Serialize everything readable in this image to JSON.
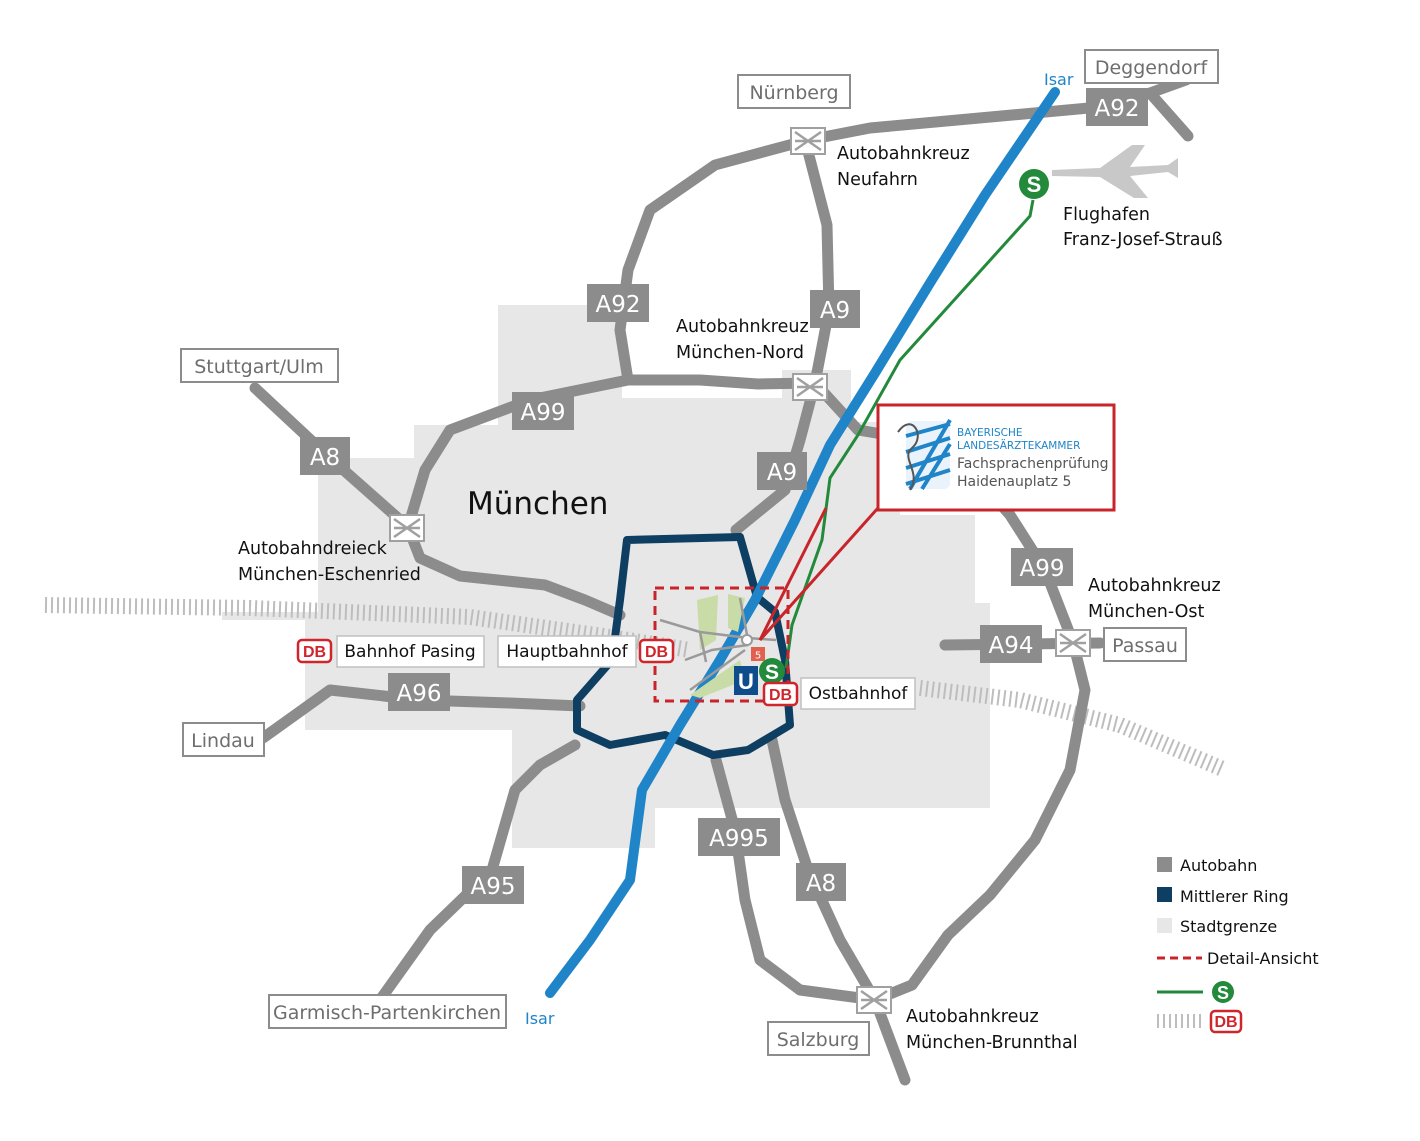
{
  "city": {
    "name": "München"
  },
  "river": {
    "name": "Isar"
  },
  "colors": {
    "autobahn": "#8c8c8c",
    "ring": "#0e3f62",
    "city_area": "#e7e7e7",
    "river": "#1f84c8",
    "sbahn": "#238a3c",
    "db": "#d0252b",
    "box_border": "#8c8c8c"
  },
  "destinations": {
    "nuernberg": "Nürnberg",
    "deggendorf": "Deggendorf",
    "stuttgart": "Stuttgart/Ulm",
    "lindau": "Lindau",
    "passau": "Passau",
    "garmisch": "Garmisch-Partenkirchen",
    "salzburg": "Salzburg"
  },
  "shields": {
    "a92_top": "A92",
    "a92_mid": "A92",
    "a9_top": "A9",
    "a9_mid": "A9",
    "a99_left": "A99",
    "a99_right": "A99",
    "a8_left": "A8",
    "a8_right": "A8",
    "a94": "A94",
    "a96": "A96",
    "a95": "A95",
    "a995": "A995"
  },
  "junctions": {
    "neufahrn": [
      "Autobahnkreuz",
      "Neufahrn"
    ],
    "nord": [
      "Autobahnkreuz",
      "München-Nord"
    ],
    "eschenried": [
      "Autobahndreieck",
      "München-Eschenried"
    ],
    "ost": [
      "Autobahnkreuz",
      "München-Ost"
    ],
    "brunnthal": [
      "Autobahnkreuz",
      "München-Brunnthal"
    ]
  },
  "airport": [
    "Flughafen",
    "Franz-Josef-Strauß"
  ],
  "stations": {
    "pasing": "Bahnhof Pasing",
    "hauptbahnhof": "Hauptbahnhof",
    "ostbahnhof": "Ostbahnhof"
  },
  "icons": {
    "db": "DB",
    "sbahn": "S",
    "ubahn": "U",
    "stop_number": "5"
  },
  "callout": {
    "org_line1": "BAYERISCHE",
    "org_line2": "LANDESÄRZTEKAMMER",
    "line1": "Fachsprachenprüfung",
    "line2": "Haidenauplatz 5"
  },
  "legend": {
    "autobahn": "Autobahn",
    "ring": "Mittlerer Ring",
    "city": "Stadtgrenze",
    "detail": "Detail-Ansicht"
  }
}
